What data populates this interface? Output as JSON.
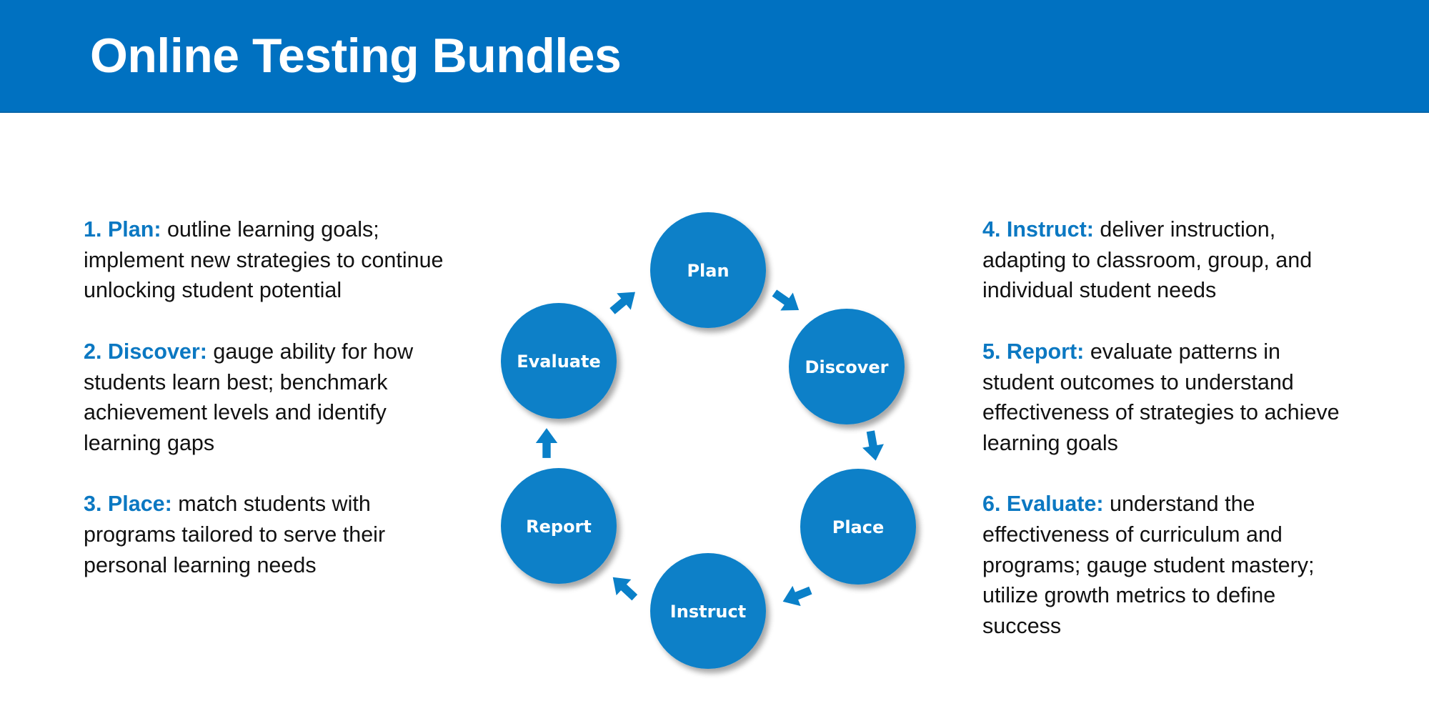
{
  "header": {
    "title": "Online Testing Bundles",
    "background_color": "#0071c1"
  },
  "colors": {
    "accent": "#0b78c2",
    "node_fill": "#0a80c8",
    "body_text": "#111111"
  },
  "steps": [
    {
      "label": "1. Plan:",
      "text": " outline learning goals; implement new strategies to continue unlocking student potential"
    },
    {
      "label": "2. Discover:",
      "text": " gauge ability for how students learn best; benchmark achievement levels and identify learning gaps"
    },
    {
      "label": "3. Place:",
      "text": " match students with programs tailored to serve their personal learning needs"
    },
    {
      "label": "4. Instruct:",
      "text": " deliver instruction, adapting to classroom, group, and individual student needs"
    },
    {
      "label": "5. Report:",
      "text": " evaluate patterns in student outcomes to understand effectiveness of strategies to achieve learning goals"
    },
    {
      "label": "6. Evaluate:",
      "text": " understand the effectiveness of curriculum and programs; gauge student mastery; utilize growth metrics to define success"
    }
  ],
  "cycle": {
    "nodes": [
      "Plan",
      "Discover",
      "Place",
      "Instruct",
      "Report",
      "Evaluate"
    ],
    "arrows": [
      {
        "from": "Plan",
        "to": "Discover",
        "icon": "arrow-down-right-icon"
      },
      {
        "from": "Discover",
        "to": "Place",
        "icon": "arrow-down-icon"
      },
      {
        "from": "Place",
        "to": "Instruct",
        "icon": "arrow-down-left-icon"
      },
      {
        "from": "Instruct",
        "to": "Report",
        "icon": "arrow-up-left-icon"
      },
      {
        "from": "Report",
        "to": "Evaluate",
        "icon": "arrow-up-icon"
      },
      {
        "from": "Evaluate",
        "to": "Plan",
        "icon": "arrow-up-right-icon"
      }
    ]
  }
}
